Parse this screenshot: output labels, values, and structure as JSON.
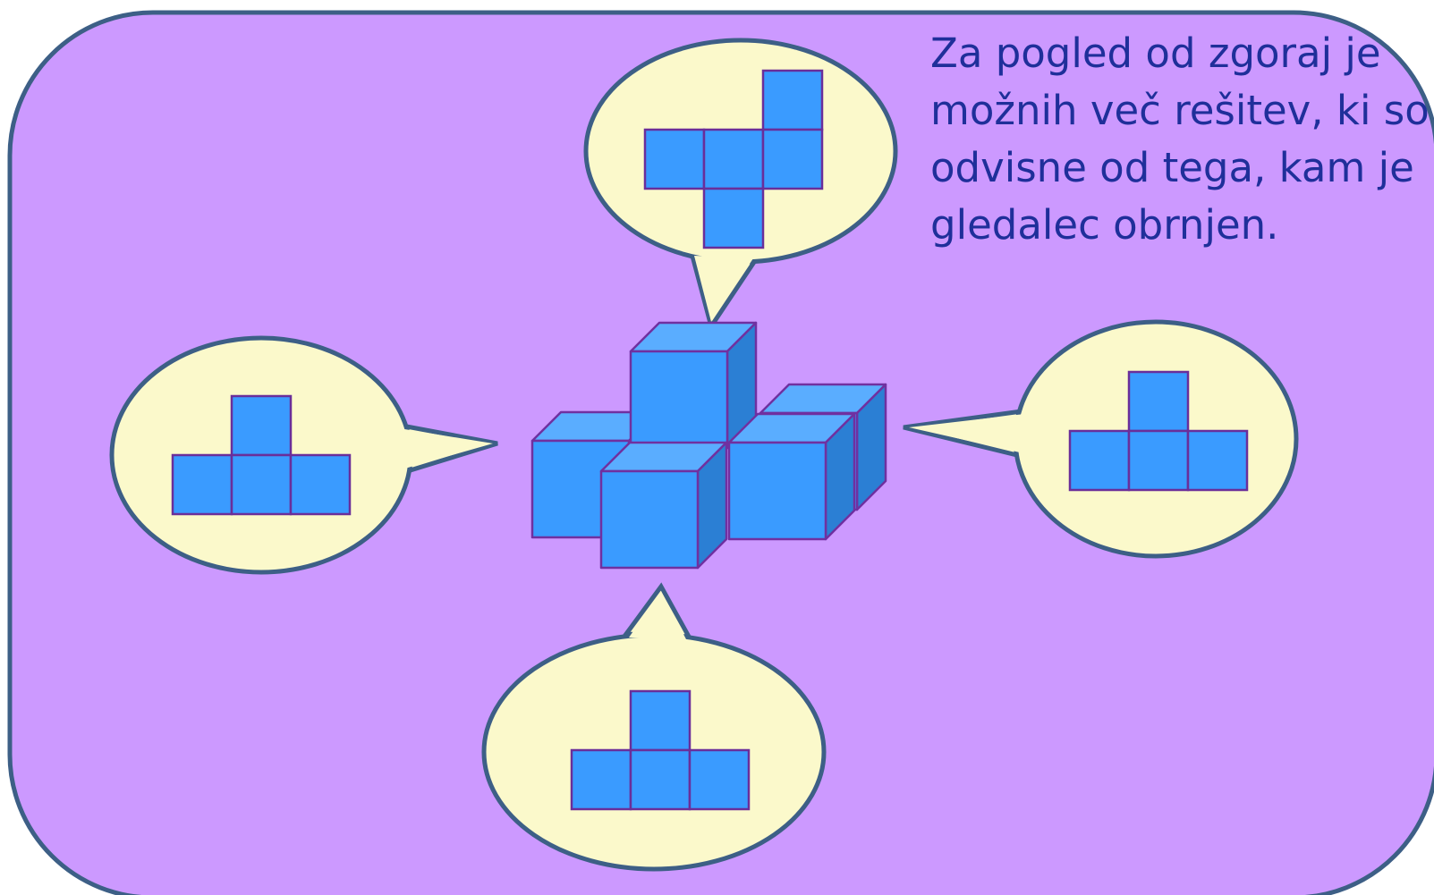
{
  "caption": {
    "lines": [
      "Za pogled od zgoraj je",
      "možnih več rešitev, ki so",
      "odvisne od tega, kam je",
      "gledalec obrnjen."
    ]
  },
  "views": {
    "top": {
      "cells": [
        [
          2,
          0
        ],
        [
          0,
          1
        ],
        [
          1,
          1
        ],
        [
          2,
          1
        ],
        [
          1,
          2
        ]
      ]
    },
    "left": {
      "cells": [
        [
          1,
          0
        ],
        [
          0,
          1
        ],
        [
          1,
          1
        ],
        [
          2,
          1
        ]
      ]
    },
    "right": {
      "cells": [
        [
          1,
          0
        ],
        [
          0,
          1
        ],
        [
          1,
          1
        ],
        [
          2,
          1
        ]
      ]
    },
    "front": {
      "cells": [
        [
          1,
          0
        ],
        [
          0,
          1
        ],
        [
          1,
          1
        ],
        [
          2,
          1
        ]
      ]
    }
  },
  "colors": {
    "background": "#cc99ff",
    "frame_stroke": "#3d5f86",
    "bubble_fill": "#fbf9cb",
    "bubble_stroke": "#3d5f86",
    "square_fill": "#3a9bff",
    "square_stroke": "#6a2e9a",
    "cube_front": "#3a9bff",
    "cube_top": "#5aadff",
    "cube_side": "#2b7fd4",
    "cube_stroke": "#7030a0",
    "text": "#1f2f9a"
  }
}
